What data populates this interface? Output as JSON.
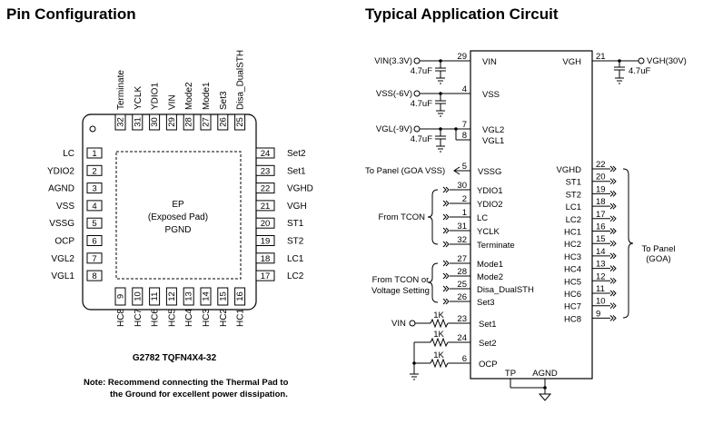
{
  "titles": {
    "left": "Pin Configuration",
    "right": "Typical Application Circuit"
  },
  "pinout": {
    "package": "G2782 TQFN4X4-32",
    "ep_lines": [
      "EP",
      "(Exposed Pad)",
      "PGND"
    ],
    "left_pins": [
      {
        "num": "1",
        "name": "LC"
      },
      {
        "num": "2",
        "name": "YDIO2"
      },
      {
        "num": "3",
        "name": "AGND"
      },
      {
        "num": "4",
        "name": "VSS"
      },
      {
        "num": "5",
        "name": "VSSG"
      },
      {
        "num": "6",
        "name": "OCP"
      },
      {
        "num": "7",
        "name": "VGL2"
      },
      {
        "num": "8",
        "name": "VGL1"
      }
    ],
    "right_pins": [
      {
        "num": "24",
        "name": "Set2"
      },
      {
        "num": "23",
        "name": "Set1"
      },
      {
        "num": "22",
        "name": "VGHD"
      },
      {
        "num": "21",
        "name": "VGH"
      },
      {
        "num": "20",
        "name": "ST1"
      },
      {
        "num": "19",
        "name": "ST2"
      },
      {
        "num": "18",
        "name": "LC1"
      },
      {
        "num": "17",
        "name": "LC2"
      }
    ],
    "top_pins": [
      {
        "num": "32",
        "name": "Terminate"
      },
      {
        "num": "31",
        "name": "YCLK"
      },
      {
        "num": "30",
        "name": "YDIO1"
      },
      {
        "num": "29",
        "name": "VIN"
      },
      {
        "num": "28",
        "name": "Mode2"
      },
      {
        "num": "27",
        "name": "Mode1"
      },
      {
        "num": "26",
        "name": "Set3"
      },
      {
        "num": "25",
        "name": "Disa_DualSTH"
      }
    ],
    "bottom_pins": [
      {
        "num": "9",
        "name": "HC8"
      },
      {
        "num": "10",
        "name": "HC7"
      },
      {
        "num": "11",
        "name": "HC6"
      },
      {
        "num": "12",
        "name": "HC5"
      },
      {
        "num": "13",
        "name": "HC4"
      },
      {
        "num": "14",
        "name": "HC3"
      },
      {
        "num": "15",
        "name": "HC2"
      },
      {
        "num": "16",
        "name": "HC1"
      }
    ],
    "note_line1": "Note: Recommend connecting the Thermal Pad to",
    "note_line2": "the Ground for excellent power dissipation."
  },
  "circuit": {
    "sources": [
      {
        "label": "VIN(3.3V)",
        "pin": "29",
        "name": "VIN",
        "cap": "4.7uF"
      },
      {
        "label": "VSS(-6V)",
        "pin": "4",
        "name": "VSS",
        "cap": "4.7uF"
      },
      {
        "label": "VGL(-9V)",
        "pin": "7",
        "name": "VGL2",
        "cap": "4.7uF"
      }
    ],
    "vgl1": {
      "pin": "8",
      "name": "VGL1"
    },
    "vgh": {
      "label": "VGH(30V)",
      "pin": "21",
      "name": "VGH",
      "cap": "4.7uF"
    },
    "vssg": {
      "label": "To Panel (GOA VSS)",
      "pin": "5",
      "name": "VSSG"
    },
    "tcon_group": {
      "label": "From TCON",
      "pins": [
        {
          "num": "30",
          "name": "YDIO1"
        },
        {
          "num": "2",
          "name": "YDIO2"
        },
        {
          "num": "1",
          "name": "LC"
        },
        {
          "num": "31",
          "name": "YCLK"
        },
        {
          "num": "32",
          "name": "Terminate"
        }
      ]
    },
    "mode_group": {
      "label1": "From TCON or",
      "label2": "Voltage Setting",
      "pins": [
        {
          "num": "27",
          "name": "Mode1"
        },
        {
          "num": "28",
          "name": "Mode2"
        },
        {
          "num": "25",
          "name": "Disa_DualSTH"
        },
        {
          "num": "26",
          "name": "Set3"
        }
      ]
    },
    "set_pins": [
      {
        "num": "23",
        "name": "Set1",
        "res": "1K",
        "src": "VIN"
      },
      {
        "num": "24",
        "name": "Set2",
        "res": "1K"
      },
      {
        "num": "6",
        "name": "OCP",
        "res": "1K"
      }
    ],
    "right_outputs": [
      {
        "num": "22",
        "name": "VGHD"
      },
      {
        "num": "20",
        "name": "ST1"
      },
      {
        "num": "19",
        "name": "ST2"
      },
      {
        "num": "18",
        "name": "LC1"
      },
      {
        "num": "17",
        "name": "LC2"
      },
      {
        "num": "16",
        "name": "HC1"
      },
      {
        "num": "15",
        "name": "HC2"
      },
      {
        "num": "14",
        "name": "HC3"
      },
      {
        "num": "13",
        "name": "HC4"
      },
      {
        "num": "12",
        "name": "HC5"
      },
      {
        "num": "11",
        "name": "HC6"
      },
      {
        "num": "10",
        "name": "HC7"
      },
      {
        "num": "9",
        "name": "HC8"
      }
    ],
    "panel_label1": "To Panel",
    "panel_label2": "(GOA)",
    "bottom_pins": [
      "TP",
      "AGND"
    ]
  }
}
